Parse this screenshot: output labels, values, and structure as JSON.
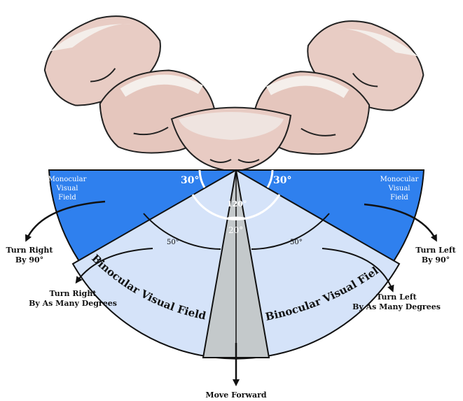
{
  "colors": {
    "monocular": "#2f80ee",
    "binocular": "#d5e3f9",
    "forward_cone": "#c4c9cb",
    "outline": "#111111",
    "skin": "#e6c8c0",
    "hair": "#f3ece8"
  },
  "icons": [
    "head-illustration"
  ],
  "labels": {
    "monocular_left": [
      "Monocular",
      "Visual",
      "Field"
    ],
    "monocular_right": [
      "Monocular",
      "Visual",
      "Field"
    ],
    "angle_left_30": "30°",
    "angle_right_30": "30°",
    "angle_120": "120°",
    "angle_20": "20°",
    "angle_left_50": "50°",
    "angle_right_50": "50°",
    "binocular_left": "Binocular Visual Field",
    "binocular_right": "Binocular Visual Field",
    "turn_right_90": [
      "Turn Right",
      "By 90°"
    ],
    "turn_left_90": [
      "Turn Left",
      "By 90°"
    ],
    "turn_right_any": [
      "Turn Right",
      "By As Many Degrees"
    ],
    "turn_left_any": [
      "Turn Left",
      "By As Many Degrees"
    ],
    "move_forward": "Move Forward"
  }
}
